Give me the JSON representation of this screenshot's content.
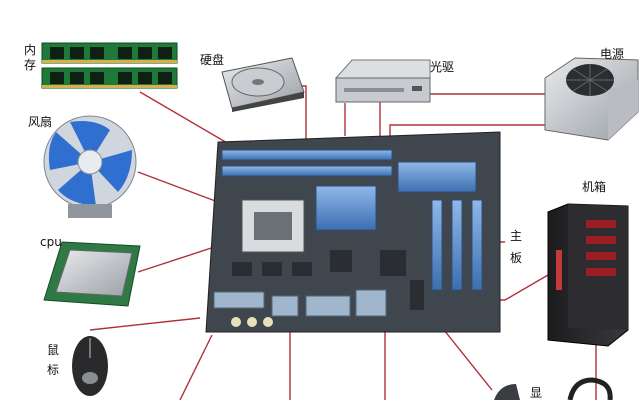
{
  "labels": {
    "memory": "内存",
    "hdd": "硬盘",
    "optical": "光驱",
    "psu": "电源",
    "fan": "风扇",
    "cpu": "cpu",
    "board": "主板",
    "case": "机箱",
    "mouse": "鼠标",
    "partial": "显"
  },
  "colors": {
    "connector": "#b0303a",
    "board": "#3f464d",
    "slot_blue": "#4f86c6",
    "fan_blue": "#2f6fcf"
  }
}
